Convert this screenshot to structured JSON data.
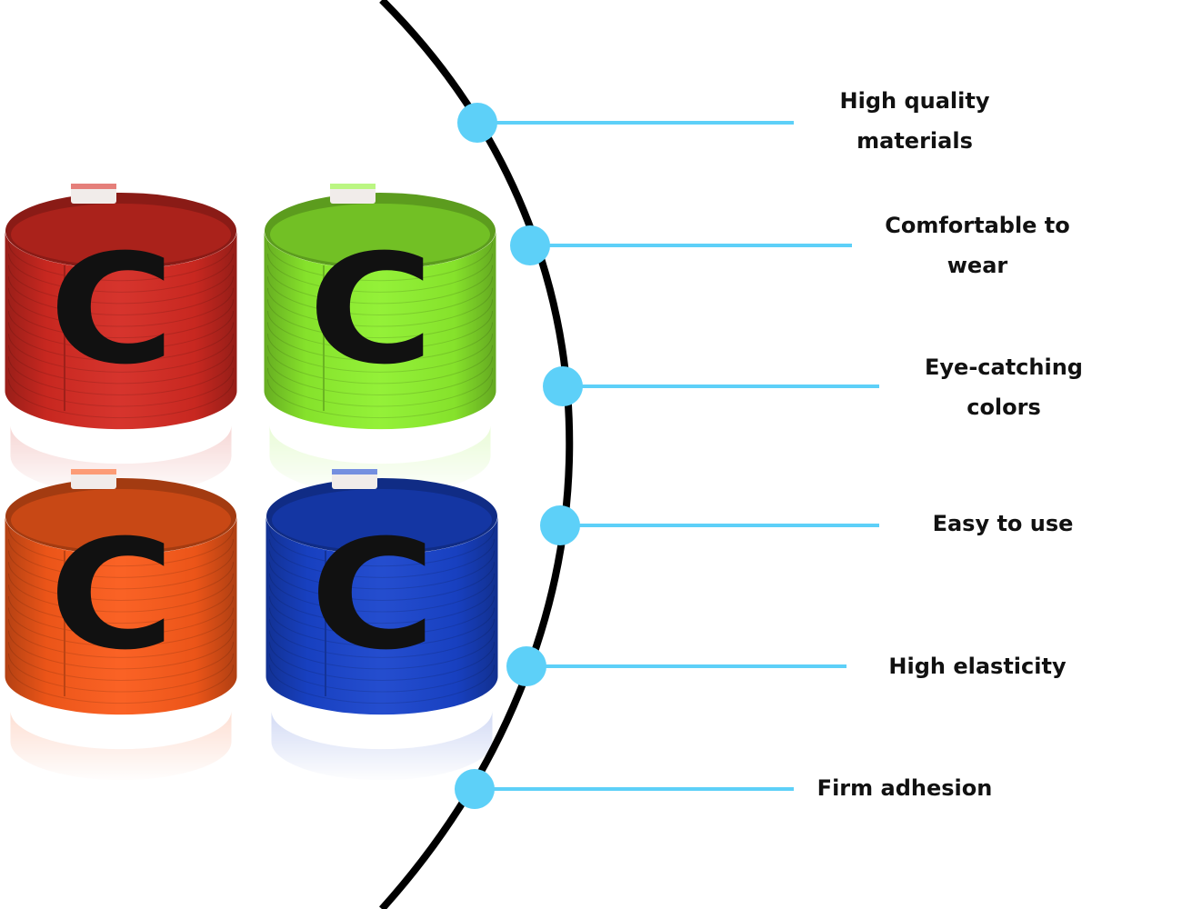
{
  "colors": {
    "curve": "#000000",
    "accent": "#5dd0f8",
    "band_red": "#d42a22",
    "band_green": "#8ef02e",
    "band_orange": "#fa5a1a",
    "band_blue": "#1944cc",
    "letter": "#111111"
  },
  "armbands": {
    "letter": "C",
    "items": [
      {
        "name": "armband-red",
        "color": "#d42a22"
      },
      {
        "name": "armband-green",
        "color": "#8ef02e"
      },
      {
        "name": "armband-orange",
        "color": "#fa5a1a"
      },
      {
        "name": "armband-blue",
        "color": "#1944cc"
      }
    ]
  },
  "features": [
    {
      "line1": "High quality",
      "line2": "materials"
    },
    {
      "line1": "Comfortable to",
      "line2": "wear"
    },
    {
      "line1": "Eye-catching",
      "line2": "colors"
    },
    {
      "line1": "Easy to use",
      "line2": ""
    },
    {
      "line1": "High elasticity",
      "line2": ""
    },
    {
      "line1": "Firm adhesion",
      "line2": ""
    }
  ]
}
